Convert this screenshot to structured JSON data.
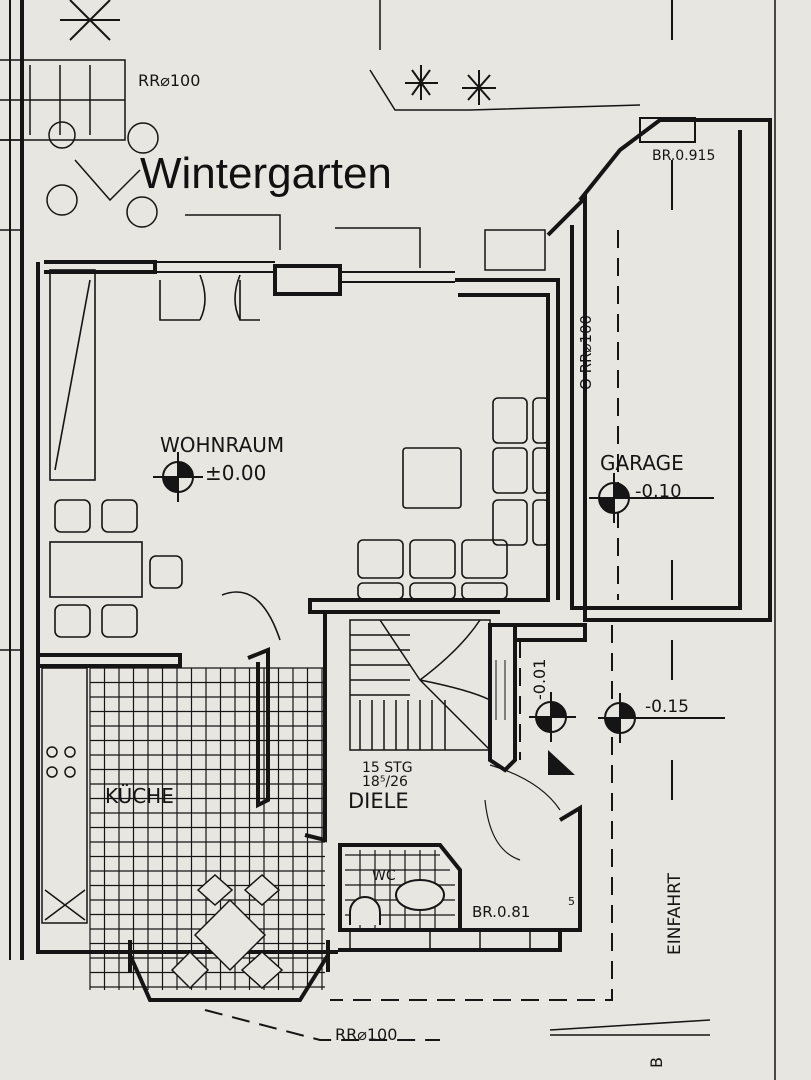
{
  "overlay_title": "Wintergarten",
  "rooms": {
    "wohnraum": {
      "name": "WOHNRAUM",
      "level": "±0.00"
    },
    "garage": {
      "name": "GARAGE",
      "level": "-0.10"
    },
    "kueche": {
      "name": "KÜCHE"
    },
    "diele": {
      "name": "DIELE"
    },
    "wc": {
      "name": "WC"
    }
  },
  "stairs": {
    "steps": "15 STG",
    "ratio": "18⁵/26"
  },
  "levels": {
    "entry_step": "-0.01",
    "driveway": "-0.15"
  },
  "annotations": {
    "rr_top_left": "RR⌀100",
    "rr_garage": "O RR⌀100",
    "rr_bottom": "RR⌀100",
    "br_garage": "BR.0.915",
    "br_entry": "BR.0.81",
    "br_entry_sup": "5",
    "einfahrt": "EINFAHRT",
    "corner_mark": "B"
  },
  "colors": {
    "paper": "#e8e6e1",
    "ink": "#151515"
  }
}
